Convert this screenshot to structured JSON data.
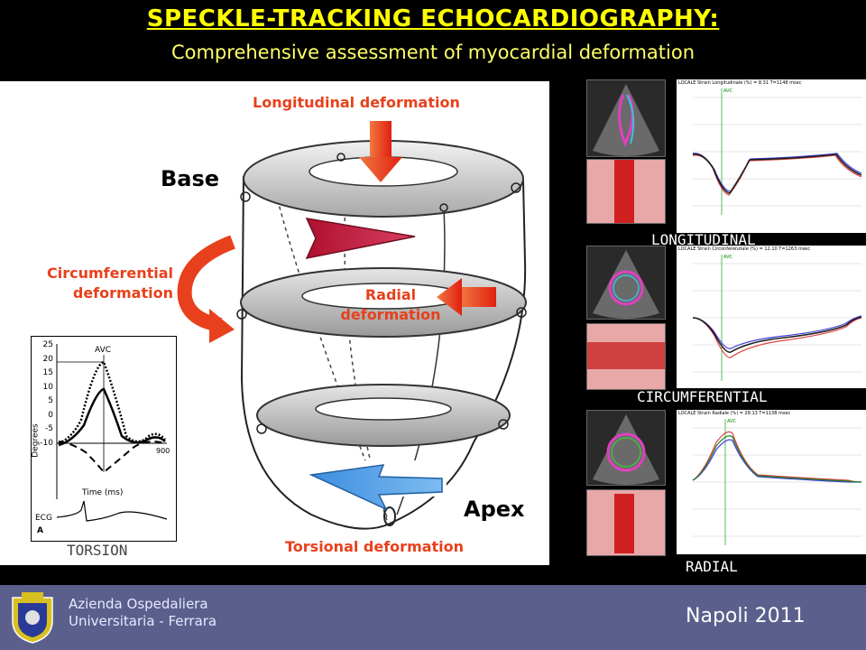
{
  "header": {
    "title": "SPECKLE-TRACKING ECHOCARDIOGRAPHY:",
    "subtitle": "Comprehensive assessment of myocardial deformation"
  },
  "diagram": {
    "longitudinal_label": "Longitudinal  deformation",
    "base_label": "Base",
    "circumferential_label_line1": "Circumferential",
    "circumferential_label_line2": "deformation",
    "radial_label_line1": "Radial",
    "radial_label_line2": "deformation",
    "apex_label": "Apex",
    "torsional_label": "Torsional deformation"
  },
  "torsion_chart": {
    "caption": "TORSION",
    "ylabel": "Degrees",
    "xlabel": "Time (ms)",
    "avc_label": "AVC",
    "ecg_label": "ECG",
    "panel_letter": "A",
    "yticks": [
      "25",
      "20",
      "15",
      "10",
      "5",
      "0",
      "-5",
      "-10"
    ],
    "xtick_end": "900"
  },
  "strain_panels": [
    {
      "label": "LONGITUDINAL",
      "header": "LOCALE  Strain Longitudinale (%) = 8.31   T=1148 msec",
      "avc": "AVC"
    },
    {
      "label": "CIRCUMFERENTIAL",
      "header": "LOCALE  Strain Circonferenziale (%) = 12.10   T=1263 msec",
      "avc": "AVC"
    },
    {
      "label": "RADIAL",
      "header": "LOCALE  Strain Radiale (%) = 28.13   T=1138 msec",
      "avc": "AVC"
    }
  ],
  "footer": {
    "org_line1": "Azienda Ospedaliera",
    "org_line2": "Universitaria - Ferrara",
    "place": "Napoli  2011"
  },
  "colors": {
    "title": "#ffff00",
    "accent_red": "#e8401c",
    "arrow_crimson": "#c81e3c",
    "arrow_blue": "#5aa8e8",
    "footer_bg": "#5a5f8c"
  }
}
